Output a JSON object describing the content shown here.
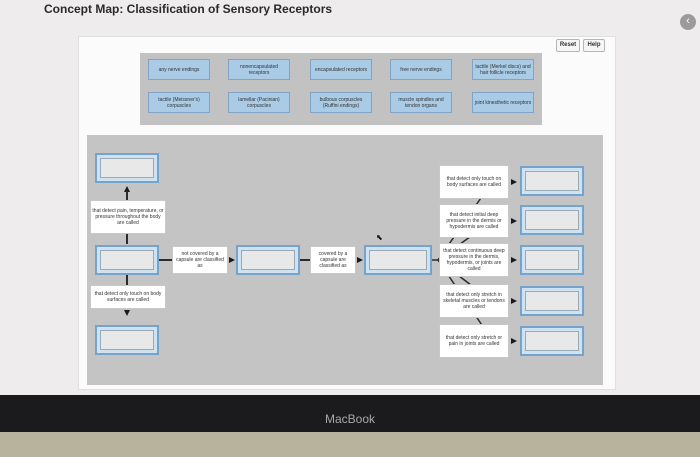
{
  "window": {
    "title": "Concept Map: Classification of Sensory Receptors"
  },
  "toolbar": {
    "reset_label": "Reset",
    "help_label": "Help",
    "back_icon": "chevron-left-icon"
  },
  "bank": {
    "labels": [
      "any nerve endings",
      "nonencapsulated receptors",
      "encapsulated receptors",
      "free nerve endings",
      "tactile (Merkel discs) and hair follicle receptors",
      "tactile (Meissner's) corpuscles",
      "lamellar (Pacinian) corpuscles",
      "bulbous corpuscles (Ruffini endings)",
      "muscle spindles and tendon organs",
      "joint kinesthetic receptors"
    ]
  },
  "map": {
    "left_top_text": "that detect pain, temperature, or pressure throughout the body are called",
    "left_bottom_text": "that detect only touch on body surfaces are called",
    "not_covered_text": "not covered by a capsule are classified as",
    "covered_text": "covered by a capsule are classified as",
    "right_texts": [
      "that detect only touch on body surfaces are called",
      "that detect initial deep pressure in the dermis or hypodermis are called",
      "that detect continuous deep pressure in the dermis, hypodermis, or joints are called",
      "that detect only stretch in skeletal muscles or tendons are called",
      "that detect only stretch or pain in joints are called"
    ]
  },
  "device": {
    "brand": "MacBook"
  }
}
